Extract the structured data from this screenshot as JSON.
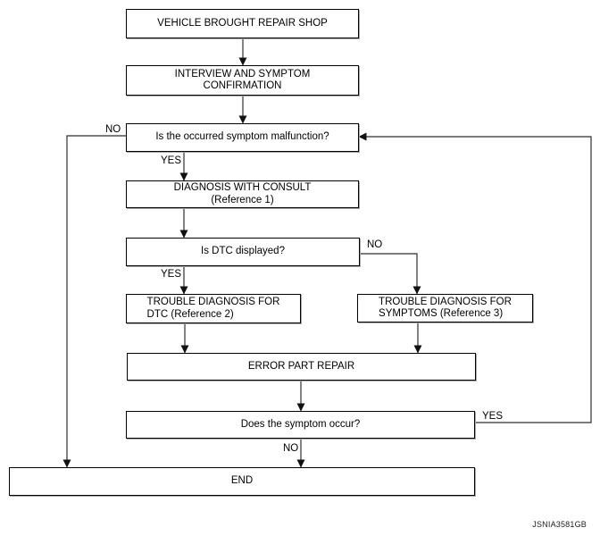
{
  "diagram": {
    "figure_id": "JSNIA3581GB",
    "nodes": {
      "vehicle_brought_repair_shop": {
        "label": "VEHICLE BROUGHT REPAIR SHOP"
      },
      "interview_symptom_confirmation": {
        "label": "INTERVIEW AND SYMPTOM\nCONFIRMATION"
      },
      "symptom_malfunction_question": {
        "label": "Is the occurred symptom malfunction?"
      },
      "diagnosis_with_consult": {
        "label": "DIAGNOSIS WITH CONSULT\n(Reference 1)"
      },
      "dtc_displayed_question": {
        "label": "Is DTC displayed?"
      },
      "trouble_diagnosis_dtc": {
        "label": "TROUBLE DIAGNOSIS FOR\nDTC (Reference 2)"
      },
      "trouble_diagnosis_symptoms": {
        "label": "TROUBLE DIAGNOSIS FOR\nSYMPTOMS (Reference 3)"
      },
      "error_part_repair": {
        "label": "ERROR PART REPAIR"
      },
      "symptom_occur_question": {
        "label": "Does the symptom occur?"
      },
      "end": {
        "label": "END"
      }
    },
    "edge_labels": {
      "no_malfunction": "NO",
      "yes_malfunction": "YES",
      "no_dtc": "NO",
      "yes_dtc": "YES",
      "yes_occur": "YES",
      "no_occur": "NO"
    },
    "edges": [
      {
        "from": "vehicle_brought_repair_shop",
        "to": "interview_symptom_confirmation",
        "label": ""
      },
      {
        "from": "interview_symptom_confirmation",
        "to": "symptom_malfunction_question",
        "label": ""
      },
      {
        "from": "symptom_malfunction_question",
        "to": "end",
        "label": "NO"
      },
      {
        "from": "symptom_malfunction_question",
        "to": "diagnosis_with_consult",
        "label": "YES"
      },
      {
        "from": "diagnosis_with_consult",
        "to": "dtc_displayed_question",
        "label": ""
      },
      {
        "from": "dtc_displayed_question",
        "to": "trouble_diagnosis_dtc",
        "label": "YES"
      },
      {
        "from": "dtc_displayed_question",
        "to": "trouble_diagnosis_symptoms",
        "label": "NO"
      },
      {
        "from": "trouble_diagnosis_dtc",
        "to": "error_part_repair",
        "label": ""
      },
      {
        "from": "trouble_diagnosis_symptoms",
        "to": "error_part_repair",
        "label": ""
      },
      {
        "from": "error_part_repair",
        "to": "symptom_occur_question",
        "label": ""
      },
      {
        "from": "symptom_occur_question",
        "to": "symptom_malfunction_question",
        "label": "YES"
      },
      {
        "from": "symptom_occur_question",
        "to": "end",
        "label": "NO"
      }
    ]
  }
}
